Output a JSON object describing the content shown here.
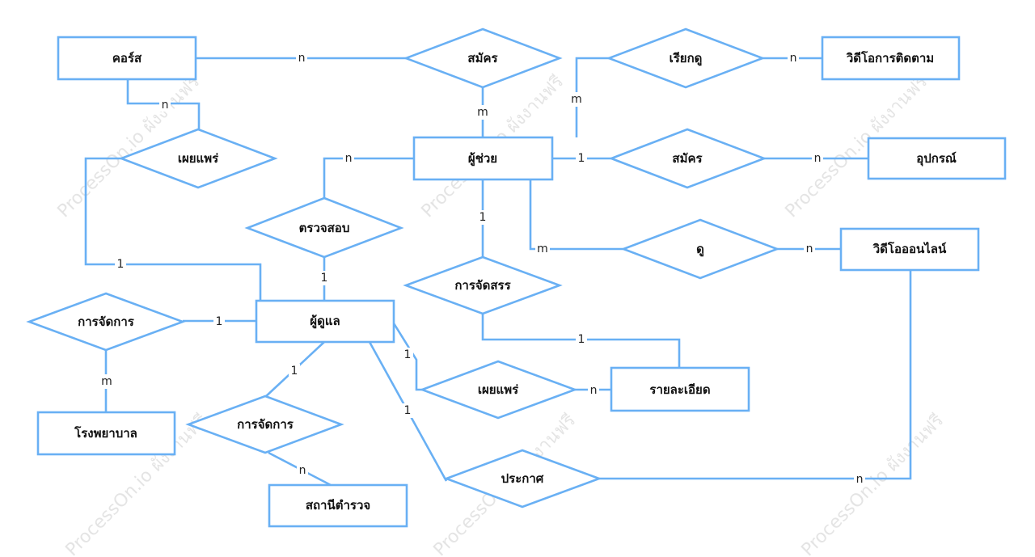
{
  "watermark_text": "ProcessOn.io ผังงานฟรี",
  "colors": {
    "line": "#69b0f4",
    "text": "#111111",
    "background": "#ffffff"
  },
  "entities": [
    {
      "id": "course",
      "label": "คอร์ส"
    },
    {
      "id": "assistant",
      "label": "ผู้ช่วย"
    },
    {
      "id": "tracking-video",
      "label": "วิดีโอการติดตาม"
    },
    {
      "id": "device",
      "label": "อุปกรณ์"
    },
    {
      "id": "online-video",
      "label": "วิดีโอออนไลน์"
    },
    {
      "id": "caretaker",
      "label": "ผู้ดูแล"
    },
    {
      "id": "detail",
      "label": "รายละเอียด"
    },
    {
      "id": "hospital",
      "label": "โรงพยาบาล"
    },
    {
      "id": "police-station",
      "label": "สถานีตำรวจ"
    }
  ],
  "relationships": [
    {
      "id": "enroll-course",
      "label": "สมัคร"
    },
    {
      "id": "recall",
      "label": "เรียกดู"
    },
    {
      "id": "publish-course",
      "label": "เผยแพร่"
    },
    {
      "id": "register-device",
      "label": "สมัคร"
    },
    {
      "id": "inspect",
      "label": "ตรวจสอบ"
    },
    {
      "id": "watch",
      "label": "ดู"
    },
    {
      "id": "allocate",
      "label": "การจัดสรร"
    },
    {
      "id": "manage-hospital",
      "label": "การจัดการ"
    },
    {
      "id": "publish-detail",
      "label": "เผยแพร่"
    },
    {
      "id": "manage-police",
      "label": "การจัดการ"
    },
    {
      "id": "announce",
      "label": "ประกาศ"
    }
  ],
  "cardinalities": [
    {
      "id": "c-course-enroll",
      "label": "n"
    },
    {
      "id": "c-enroll-assistant",
      "label": "m"
    },
    {
      "id": "c-assistant-recall",
      "label": "m"
    },
    {
      "id": "c-recall-tracking",
      "label": "n"
    },
    {
      "id": "c-course-publish",
      "label": "n"
    },
    {
      "id": "c-publish-caretaker",
      "label": "1"
    },
    {
      "id": "c-assistant-register",
      "label": "1"
    },
    {
      "id": "c-register-device",
      "label": "n"
    },
    {
      "id": "c-assistant-inspect",
      "label": "n"
    },
    {
      "id": "c-inspect-caretaker",
      "label": "1"
    },
    {
      "id": "c-assistant-watch",
      "label": "m"
    },
    {
      "id": "c-watch-online",
      "label": "n"
    },
    {
      "id": "c-assistant-allocate",
      "label": "1"
    },
    {
      "id": "c-allocate-detail",
      "label": "1"
    },
    {
      "id": "c-caretaker-manage",
      "label": "1"
    },
    {
      "id": "c-manage-hospital",
      "label": "m"
    },
    {
      "id": "c-caretaker-publish",
      "label": "1"
    },
    {
      "id": "c-publish-detail",
      "label": "n"
    },
    {
      "id": "c-caretaker-police-mgmt",
      "label": "1"
    },
    {
      "id": "c-police-mgmt-station",
      "label": "n"
    },
    {
      "id": "c-caretaker-announce",
      "label": "1"
    },
    {
      "id": "c-announce-online",
      "label": "n"
    }
  ]
}
